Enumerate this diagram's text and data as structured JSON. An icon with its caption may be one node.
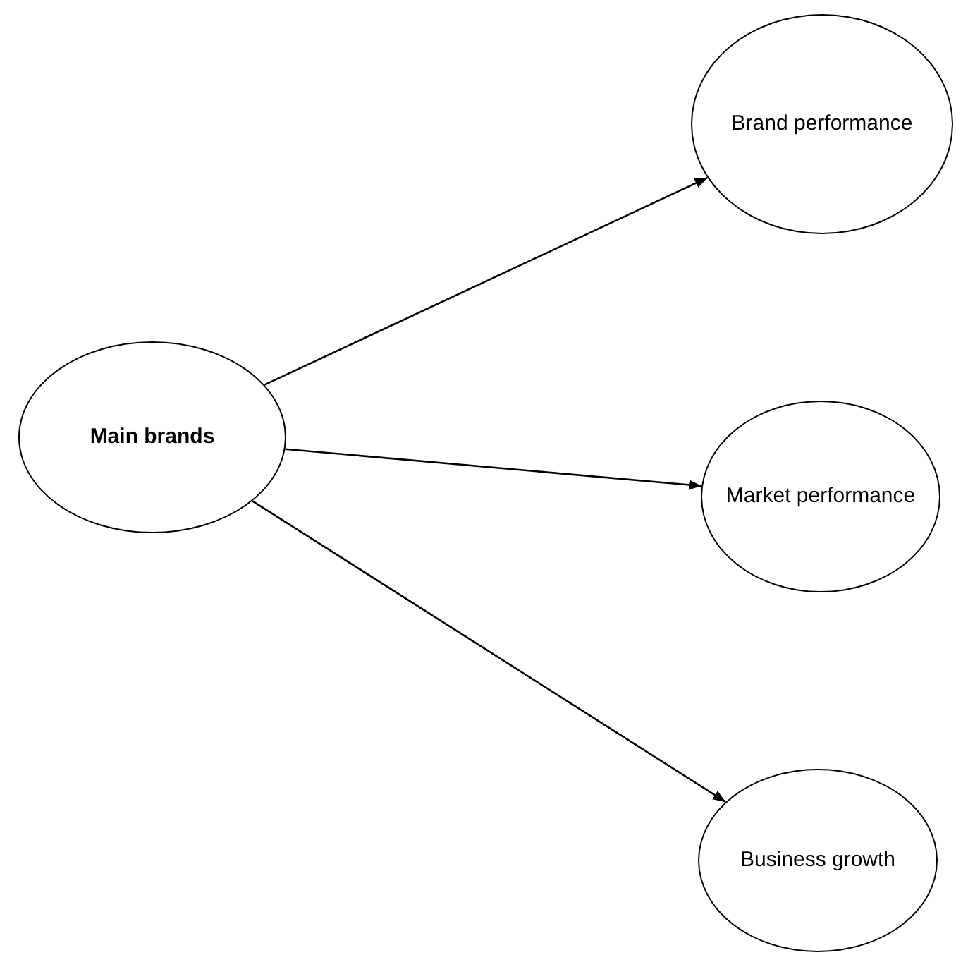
{
  "diagram": {
    "nodes": [
      {
        "text": [
          "Main brands"
        ]
      },
      {
        "text": [
          "Brand performance"
        ]
      },
      {
        "text": [
          "Market performance"
        ]
      },
      {
        "text": [
          "Business growth"
        ]
      }
    ],
    "edges": [
      {
        "from": 0,
        "to": 1,
        "arrow": "to"
      },
      {
        "from": 0,
        "to": 2,
        "arrow": "to"
      },
      {
        "from": 0,
        "to": 3,
        "arrow": "to"
      }
    ]
  }
}
